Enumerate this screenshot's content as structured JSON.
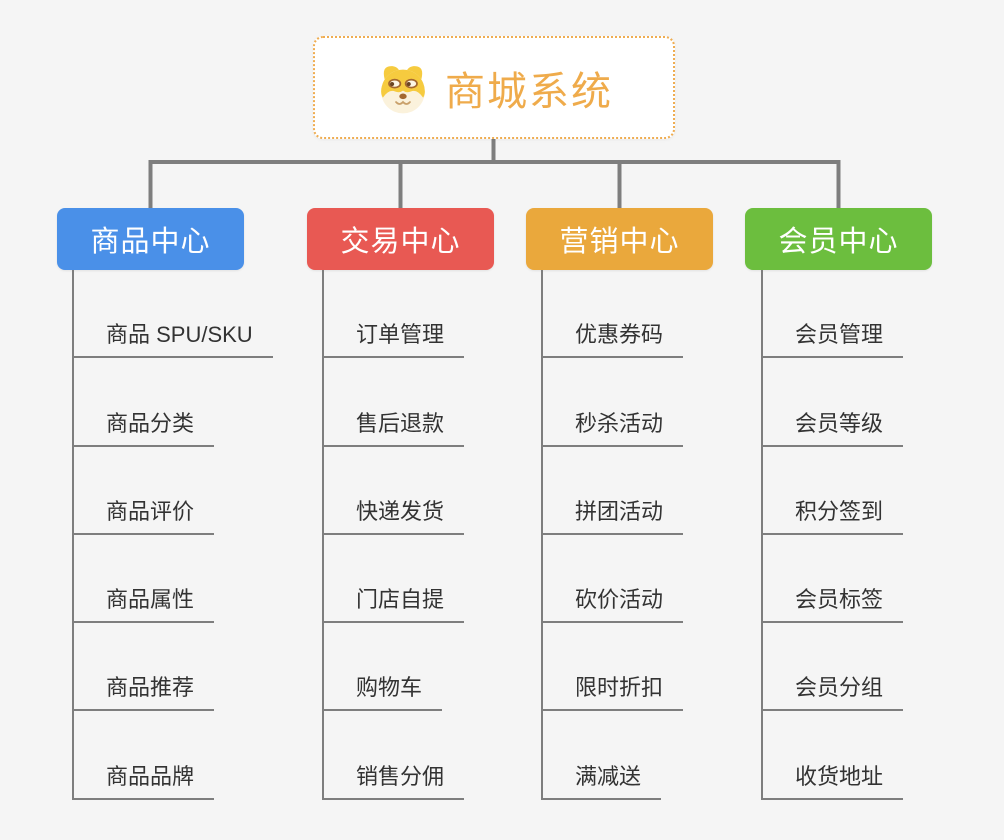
{
  "page": {
    "background_color": "#f5f5f5",
    "connector_color": "#7e7e7e"
  },
  "root": {
    "title": "商城系统",
    "icon": "shiba-dog-icon",
    "text_color": "#efab4b",
    "border_color": "#efad52"
  },
  "branches": [
    {
      "label": "商品中心",
      "color": "#4a90e8",
      "children": [
        "商品 SPU/SKU",
        "商品分类",
        "商品评价",
        "商品属性",
        "商品推荐",
        "商品品牌"
      ]
    },
    {
      "label": "交易中心",
      "color": "#e85953",
      "children": [
        "订单管理",
        "售后退款",
        "快递发货",
        "门店自提",
        "购物车",
        "销售分佣"
      ]
    },
    {
      "label": "营销中心",
      "color": "#eaa83c",
      "children": [
        "优惠券码",
        "秒杀活动",
        "拼团活动",
        "砍价活动",
        "限时折扣",
        "满减送"
      ]
    },
    {
      "label": "会员中心",
      "color": "#6cbe3e",
      "children": [
        "会员管理",
        "会员等级",
        "积分签到",
        "会员标签",
        "会员分组",
        "收货地址"
      ]
    }
  ]
}
